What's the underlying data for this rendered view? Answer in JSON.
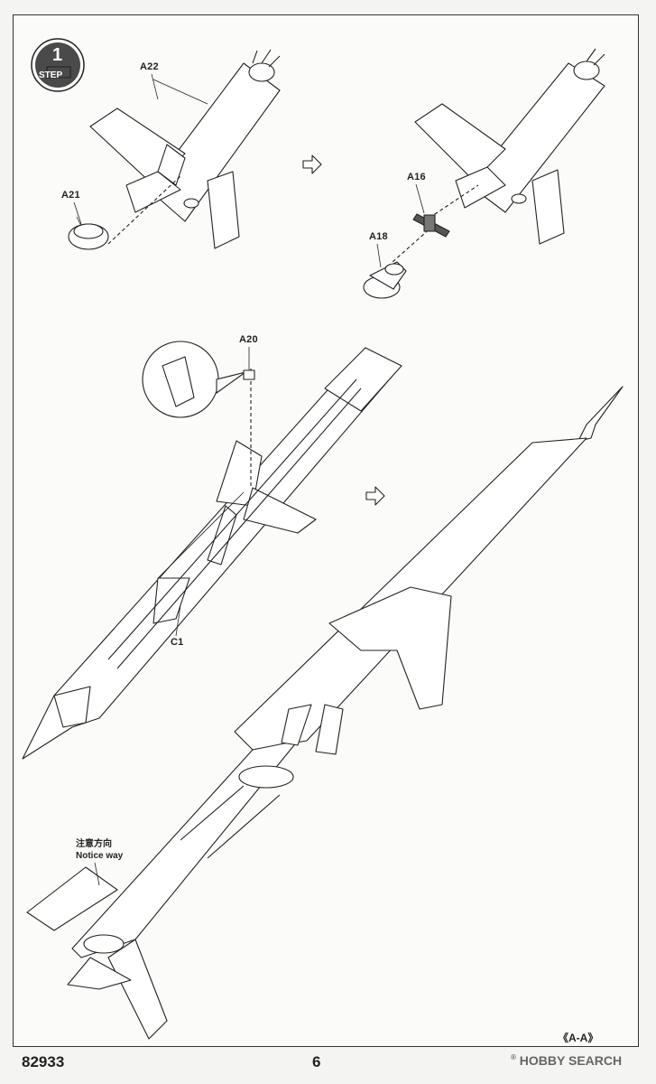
{
  "step": {
    "number": "1",
    "label": "STEP"
  },
  "parts": {
    "a22": "A22",
    "a21": "A21",
    "a16": "A16",
    "a18": "A18",
    "a20": "A20",
    "c1": "C1"
  },
  "note": {
    "chinese": "注意方向",
    "english": "Notice way"
  },
  "section_label": "《A-A》",
  "footer": {
    "code": "82933",
    "page": "6"
  },
  "watermark": {
    "brand": "HOBBY SEARCH",
    "registered": "®"
  }
}
